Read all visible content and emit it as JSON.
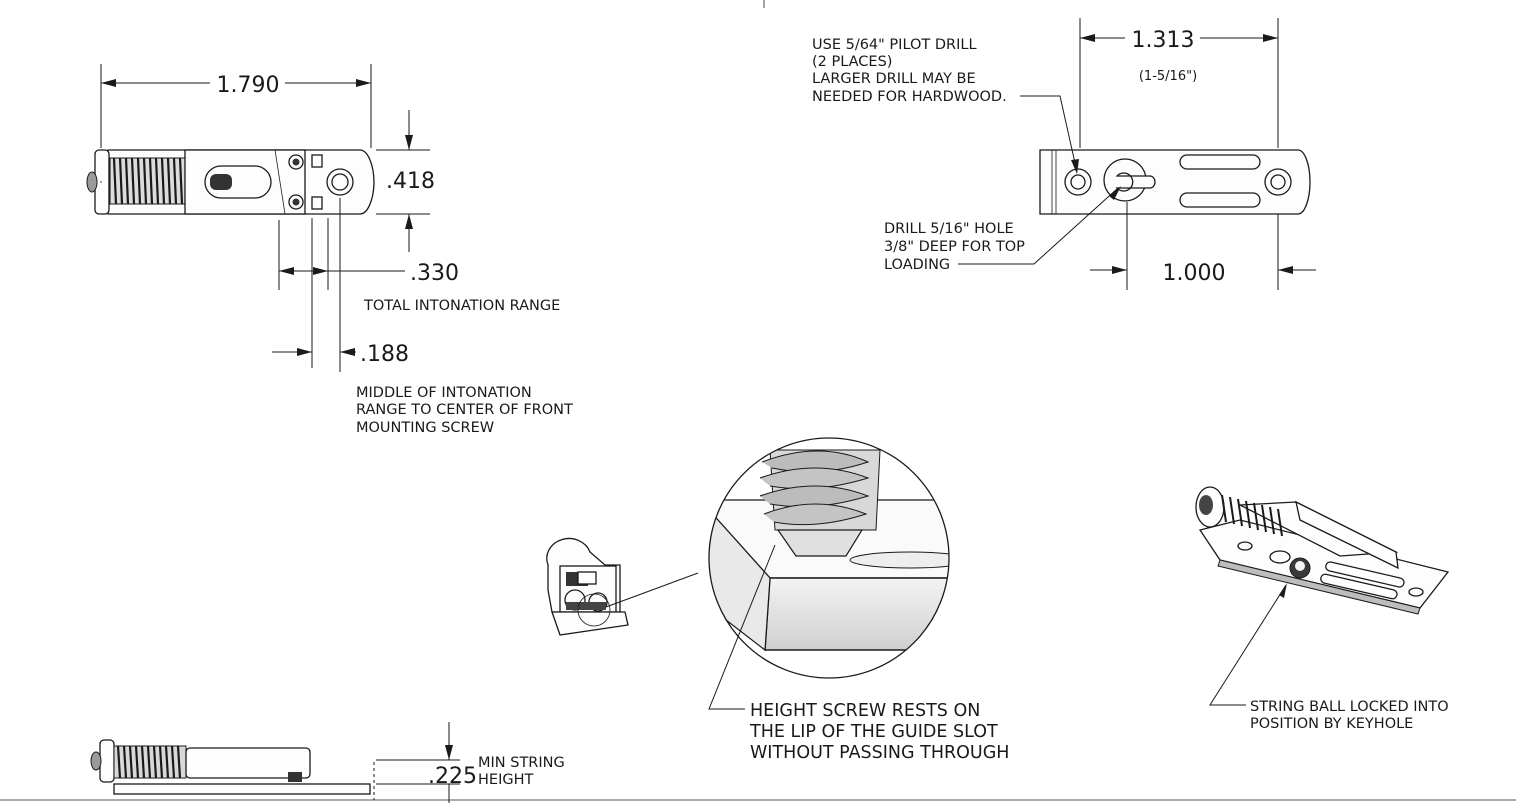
{
  "top_left_view": {
    "dim_overall_length": "1.790",
    "dim_width": ".418",
    "dim_intonation_range": ".330",
    "intonation_label": "TOTAL INTONATION RANGE",
    "dim_middle_offset": ".188",
    "middle_note": [
      "MIDDLE OF INTONATION",
      "RANGE TO CENTER OF FRONT",
      "MOUNTING SCREW"
    ]
  },
  "top_right_view": {
    "dim_hole_spacing": "1.313",
    "dim_hole_spacing_fraction": "(1-5/16\")",
    "pilot_note": [
      "USE 5/64\" PILOT DRILL",
      "(2 PLACES)",
      "LARGER DRILL MAY BE",
      "NEEDED FOR HARDWOOD."
    ],
    "drill_note": [
      "DRILL 5/16\" HOLE",
      "3/8\" DEEP FOR TOP",
      "LOADING"
    ],
    "dim_keyhole_offset": "1.000"
  },
  "detail_view": {
    "callout": [
      "HEIGHT SCREW RESTS ON",
      "THE LIP OF THE GUIDE SLOT",
      "WITHOUT PASSING THROUGH"
    ]
  },
  "iso_view": {
    "callout": [
      "STRING BALL LOCKED INTO",
      "POSITION BY KEYHOLE"
    ]
  },
  "side_view": {
    "dim_min_height": ".225",
    "min_height_label": [
      "MIN STRING",
      "HEIGHT"
    ]
  }
}
